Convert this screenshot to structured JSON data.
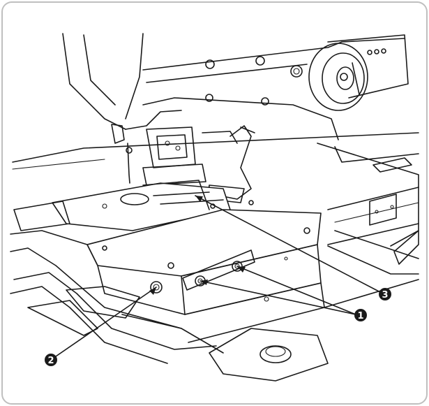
{
  "diagram": {
    "callouts": [
      {
        "id": "callout-1",
        "label": "1"
      },
      {
        "id": "callout-2",
        "label": "2"
      },
      {
        "id": "callout-3",
        "label": "3"
      }
    ],
    "colors": {
      "ink": "#1a1a1a",
      "paper": "#ffffff",
      "frame": "#bfbfbf"
    }
  }
}
